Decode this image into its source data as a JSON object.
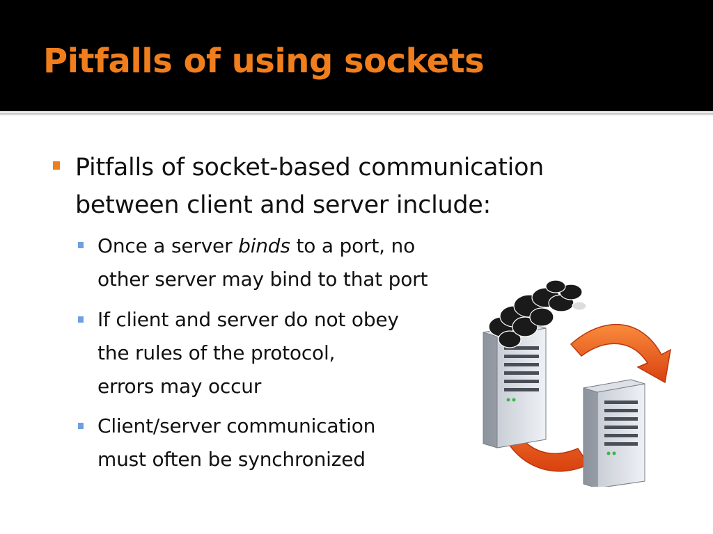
{
  "slide": {
    "title": "Pitfalls of using sockets",
    "main_bullet": {
      "line1": "Pitfalls of socket-based communication",
      "line2": "between client and server include:"
    },
    "sub_bullets": [
      {
        "pre": "Once a server ",
        "emph": "binds",
        "post": " to a port, no",
        "line2": "other server may bind to that port"
      },
      {
        "line1": "If client and server do not obey",
        "line2": "the rules of the protocol,",
        "line3": "errors may occur"
      },
      {
        "line1": "Client/server communication",
        "line2": "must often be synchronized"
      }
    ]
  },
  "colors": {
    "title": "#f07e1c",
    "title_bar": "#000000",
    "bullet_l1": "#f07e1c",
    "bullet_l2": "#6f9fe0",
    "arrow": "#f26522"
  },
  "icons": [
    "server-icon",
    "cloud-smoke-icon",
    "circular-arrows-icon"
  ]
}
